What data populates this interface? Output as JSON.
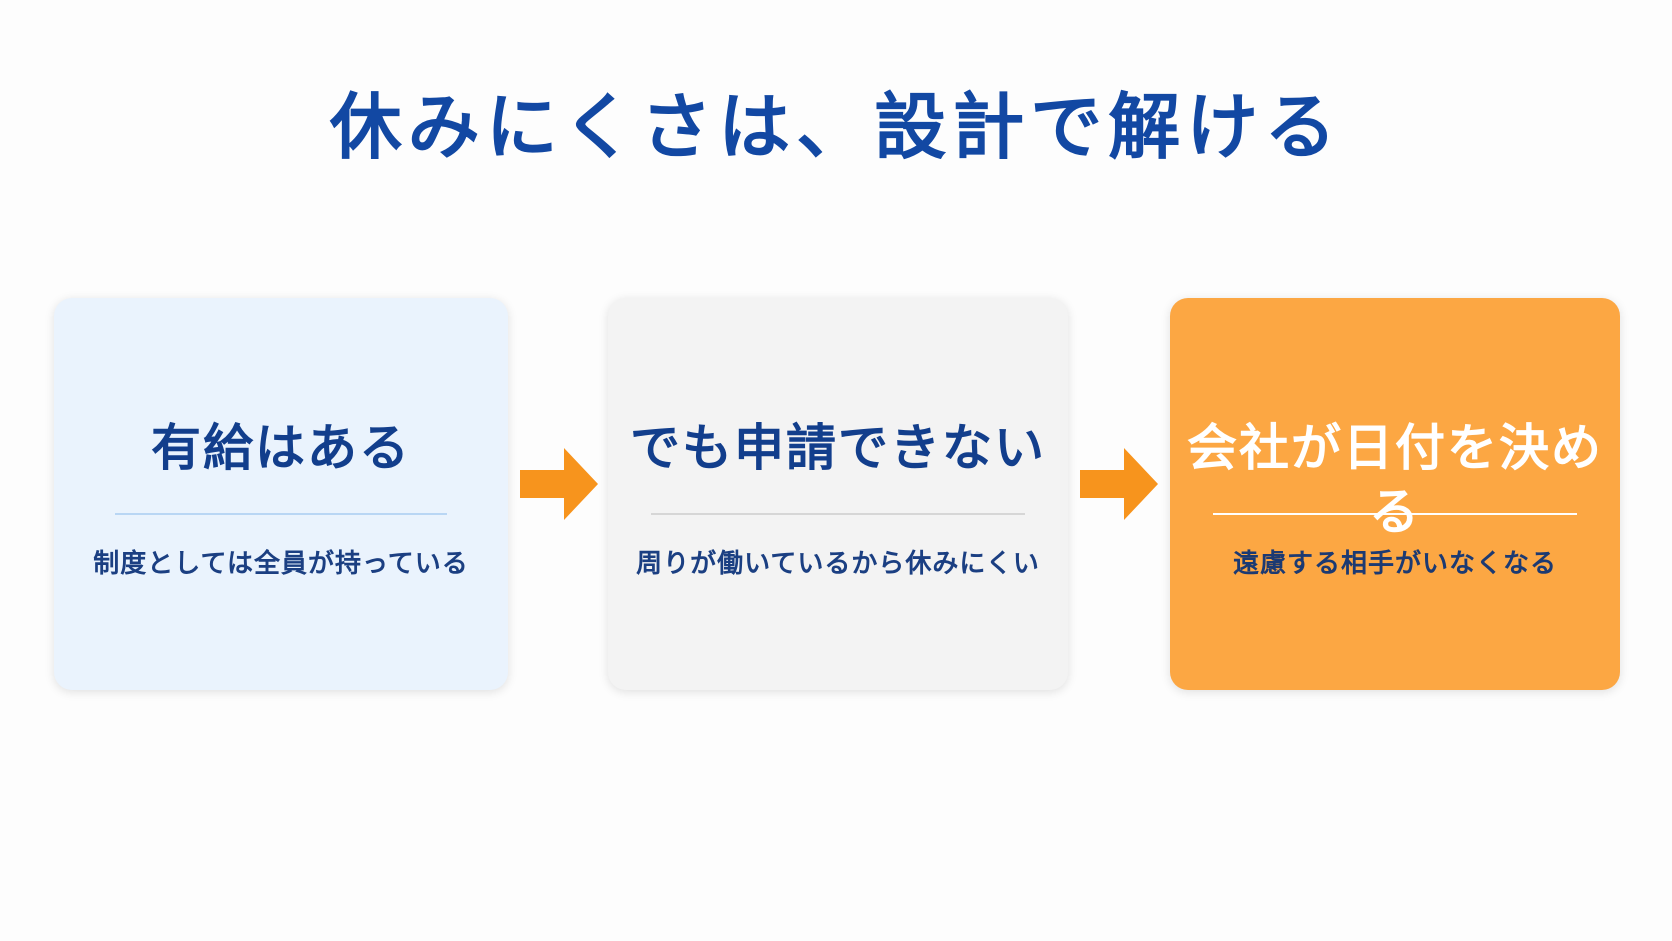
{
  "title": "休みにくさは、設計で解ける",
  "colors": {
    "title": "#1248a3",
    "card1_bg": "#eaf3fd",
    "card2_bg": "#f3f3f3",
    "card3_bg": "#fca743",
    "arrow": "#f7941d"
  },
  "cards": [
    {
      "heading": "有給はある",
      "sub": "制度としては全員が持っている"
    },
    {
      "heading": "でも申請できない",
      "sub": "周りが働いているから休みにくい"
    },
    {
      "heading": "会社が日付を決める",
      "sub": "遠慮する相手がいなくなる"
    }
  ],
  "arrows": [
    {
      "icon": "arrow-right-icon"
    },
    {
      "icon": "arrow-right-icon"
    }
  ]
}
